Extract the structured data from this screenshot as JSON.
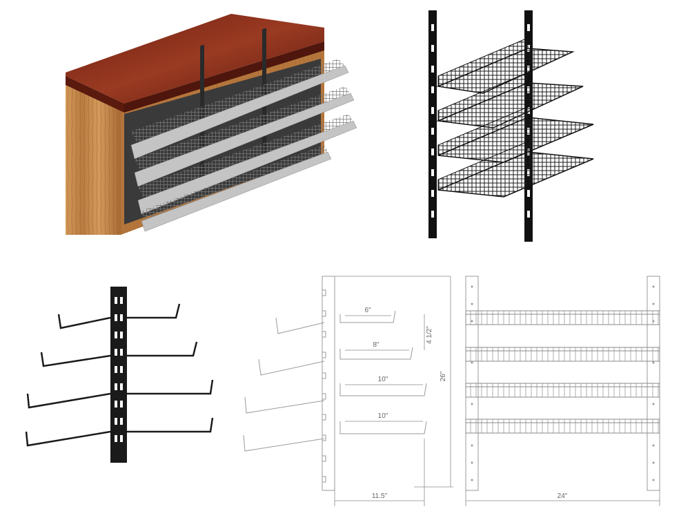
{
  "dimensions": {
    "shelf_1_depth": "6\"",
    "shelf_2_depth": "8\"",
    "shelf_3_depth": "10\"",
    "shelf_4_depth": "10\"",
    "shelf_spacing": "4 1/2\"",
    "total_height": "26\"",
    "total_depth": "11.5\"",
    "total_width": "24\""
  },
  "colors": {
    "wood_top": "#8a2f1e",
    "wood_side": "#c98a4a",
    "metal": "#b8b8b8",
    "black_wire": "#1a1a1a",
    "drawing_line": "#9a9a9a"
  },
  "panels": [
    "counter-render",
    "wire-shelf-render",
    "side-view-silhouette",
    "side-view-dimensioned",
    "front-view-dimensioned"
  ]
}
